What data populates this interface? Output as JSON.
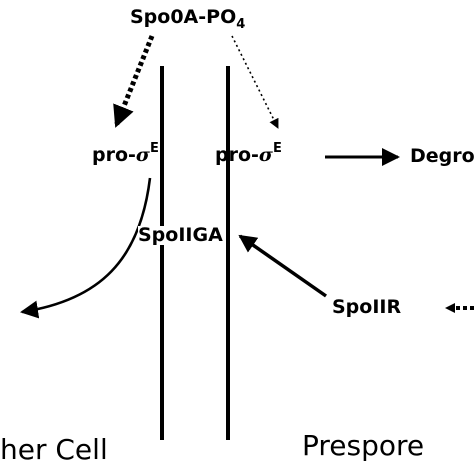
{
  "labels": {
    "spo0a": {
      "base": "Spo0A-PO",
      "sub": "4"
    },
    "pro_sigma_e_left": {
      "prefix": "pro-",
      "sigma": "σ",
      "sup": "E"
    },
    "pro_sigma_e_right": {
      "prefix": "pro-",
      "sigma": "σ",
      "sup": "E"
    },
    "degradation": "Degro",
    "spoiiga": "SpoIIGA",
    "spoiir": "SpoIIR",
    "mother_cell": "her Cell",
    "prespore": "Prespore"
  },
  "colors": {
    "ink": "#000000",
    "background": "#ffffff"
  }
}
